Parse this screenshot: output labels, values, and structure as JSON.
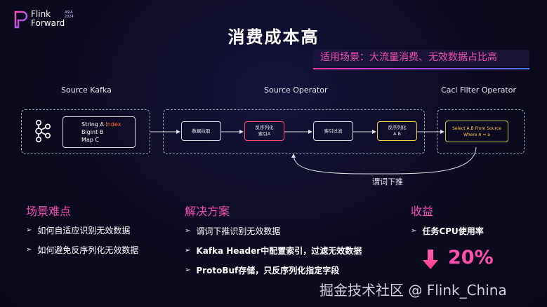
{
  "logo": {
    "line1": "Flink",
    "line2": "Forward",
    "edition": "ASIA",
    "year": "2024"
  },
  "title": "消费成本高",
  "scenario": "适用场景：大流量消费、无效数据占比高",
  "sections": {
    "source_kafka": "Source Kafka",
    "source_operator": "Source Operator",
    "filter_operator": "Cacl Filter Operator"
  },
  "kafka_fields": {
    "field1": "String A",
    "field1_tag": "Index",
    "field2": "Bigint B",
    "field3": "Map C"
  },
  "nodes": {
    "pull": "数据拉取",
    "deser_a_line1": "反序列化",
    "deser_a_line2": "索引A",
    "index_filter": "索引过滤",
    "deser_ab_line1": "反序列化",
    "deser_ab_line2": "A B",
    "select_line1": "Select A,B From Source",
    "select_line2": "Where A = a"
  },
  "pushdown_label": "谓词下推",
  "difficulties": {
    "heading": "场景难点",
    "items": [
      "如何自适应识别无效数据",
      "如何避免反序列化无效数据"
    ]
  },
  "solution": {
    "heading": "解决方案",
    "items": [
      "谓词下推识别无效数据",
      "Kafka Header中配置索引，过滤无效数据",
      "ProtoBuf存储，只反序列化指定字段"
    ]
  },
  "benefit": {
    "heading": "收益",
    "item": "任务CPU使用率",
    "value": "20%"
  },
  "watermark": "掘金技术社区 @ Flink_China",
  "colors": {
    "accent": "#f04fb0",
    "index": "#ff6a2a",
    "highlight": "#ffd23a"
  }
}
